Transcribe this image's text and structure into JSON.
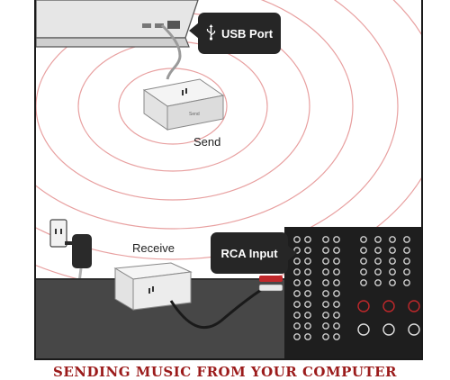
{
  "labels": {
    "usb_port": "USB Port",
    "send": "Send",
    "receive": "Receive",
    "rca_input": "RCA Input",
    "device_mark": "Send"
  },
  "footer": {
    "title": "SENDING MUSIC FROM YOUR COMPUTER"
  },
  "colors": {
    "wave_rings": "#e8a0a0",
    "callout_bg": "#262626",
    "footer_text": "#9b1b1b",
    "rca_red": "#c0282b",
    "cable_dark": "#1a1a1a"
  },
  "icons": [
    "usb-icon",
    "device-logo-icon",
    "power-plug-icon"
  ]
}
